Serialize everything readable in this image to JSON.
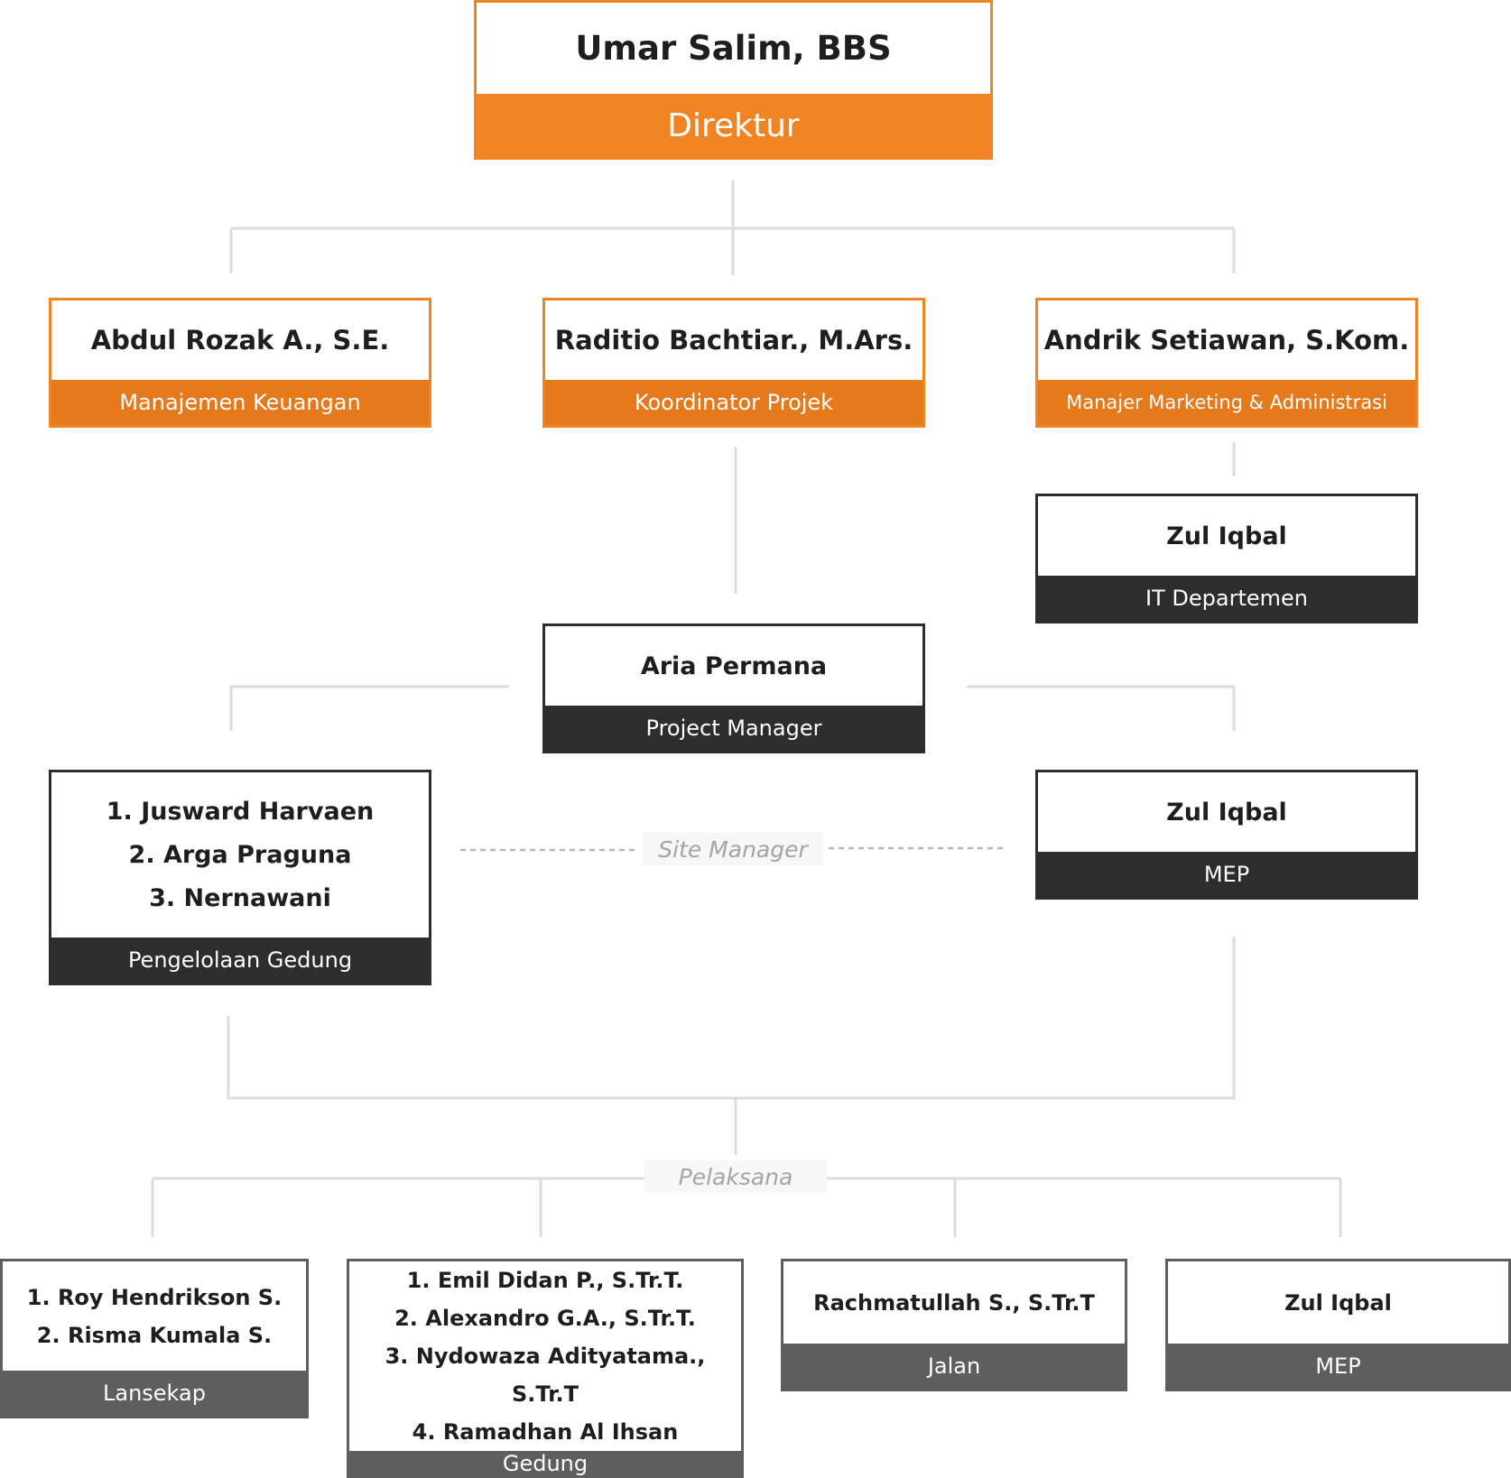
{
  "director": {
    "name": "Umar Salim, BBS",
    "role": "Direktur"
  },
  "managers": [
    {
      "name": "Abdul Rozak A., S.E.",
      "role": "Manajemen Keuangan"
    },
    {
      "name": "Raditio Bachtiar., M.Ars.",
      "role": "Koordinator Projek"
    },
    {
      "name": "Andrik Setiawan, S.Kom.",
      "role": "Manajer Marketing & Administrasi"
    }
  ],
  "it_dept": {
    "name": "Zul Iqbal",
    "role": "IT Departemen"
  },
  "project_manager": {
    "name": "Aria Permana",
    "role": "Project Manager"
  },
  "site_manager_label": "Site Manager",
  "building_mgmt": {
    "members": [
      "1. Jusward Harvaen",
      "2. Arga Praguna",
      "3. Nernawani"
    ],
    "role": "Pengelolaan Gedung"
  },
  "mep_manager": {
    "name": "Zul Iqbal",
    "role": "MEP"
  },
  "pelaksana_label": "Pelaksana",
  "executors": [
    {
      "members": [
        "1. Roy Hendrikson S.",
        "2. Risma Kumala S."
      ],
      "role": "Lansekap"
    },
    {
      "members": [
        "1. Emil Didan P., S.Tr.T.",
        "2. Alexandro G.A., S.Tr.T.",
        "3. Nydowaza Adityatama., S.Tr.T",
        "4. Ramadhan Al Ihsan"
      ],
      "role": "Gedung"
    },
    {
      "members": [
        "Rachmatullah S., S.Tr.T"
      ],
      "role": "Jalan"
    },
    {
      "members": [
        "Zul Iqbal"
      ],
      "role": "MEP"
    }
  ],
  "colors": {
    "accent": "#f08424",
    "dark": "#2d2d2d",
    "grey": "#5e5e5e",
    "connector": "#dcdcdc"
  }
}
